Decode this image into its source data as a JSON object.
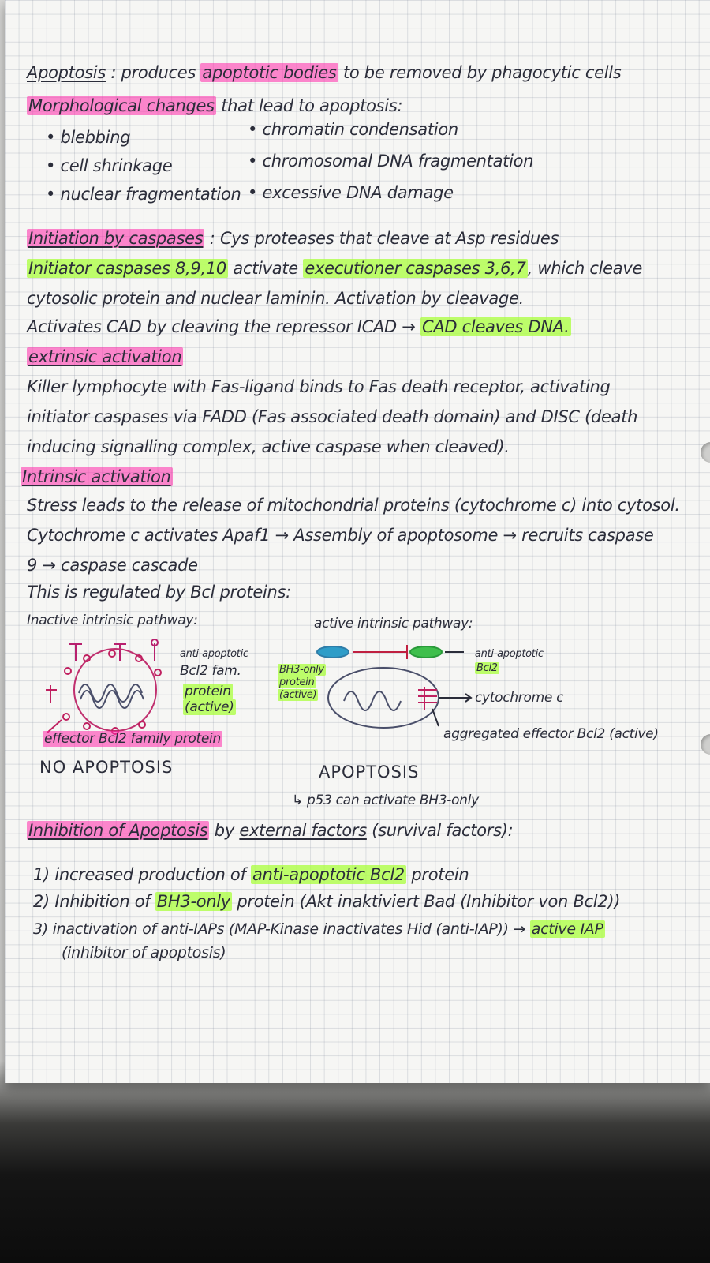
{
  "notes": {
    "apoptosis": {
      "head": "Apoptosis",
      "colon": ":",
      "text_a": "produces",
      "hl": "apoptotic bodies",
      "text_b": "to be removed by phagocytic cells"
    },
    "morph": {
      "head": "Morphological changes",
      "tail": "that lead to apoptosis:"
    },
    "bullets": {
      "left": [
        "blebbing",
        "cell shrinkage",
        "nuclear fragmentation"
      ],
      "right": [
        "chromatin condensation",
        "chromosomal DNA fragmentation",
        "excessive DNA damage"
      ]
    },
    "caspases": {
      "head": "Initiation by caspases",
      "colon": ":",
      "text": "Cys proteases that cleave at Asp residues",
      "l2_hl1": "Initiator caspases 8,9,10",
      "l2_mid": "activate",
      "l2_hl2": "executioner caspases 3,6,7",
      "l2_tail": ", which cleave",
      "l3": "cytosolic protein and nuclear laminin. Activation by cleavage.",
      "l4_a": "Activates CAD by cleaving the repressor ICAD →",
      "l4_hl": "CAD cleaves DNA.",
      "l4_b": ""
    },
    "extrinsic": {
      "head": "extrinsic activation",
      "l1": "Killer lymphocyte with Fas-ligand binds to Fas death receptor, activating",
      "l2": "initiator caspases via FADD (Fas associated death domain) and DISC (death",
      "l3": "inducing signalling complex, active caspase when cleaved)."
    },
    "intrinsic": {
      "head": "Intrinsic activation",
      "l1": "Stress leads to the release of mitochondrial proteins (cytochrome c) into cytosol.",
      "l2": "Cytochrome c activates Apaf1 → Assembly of apoptosome → recruits caspase",
      "l3": "9 → caspase cascade",
      "l4": "This is regulated by Bcl proteins:",
      "inactive_label": "Inactive intrinsic pathway:",
      "active_label": "active intrinsic pathway:"
    },
    "diagram": {
      "anti1": "anti-apoptotic",
      "anti2": "Bcl2 fam.",
      "anti3": "protein",
      "anti4": "(active)",
      "effector": "effector Bcl2 family protein",
      "no_apoptosis": "NO APOPTOSIS",
      "bh3_1": "BH3-only",
      "bh3_2": "protein",
      "bh3_3": "(active)",
      "anti_r1": "anti-apoptotic",
      "anti_r2": "Bcl2",
      "cytochrome": "cytochrome c",
      "aggregated": "aggregated effector Bcl2 (active)",
      "apoptosis": "APOPTOSIS",
      "p53": "↳ p53 can activate BH3-only"
    },
    "inhibition": {
      "head": "Inhibition of Apoptosis",
      "mid": "by",
      "ul": "external factors",
      "tail": "(survival factors):",
      "i1_a": "1) increased production of",
      "i1_hl": "anti-apoptotic Bcl2",
      "i1_b": "protein",
      "i2_a": "2) Inhibition of",
      "i2_hl": "BH3-only",
      "i2_b": "protein (Akt inaktiviert Bad (Inhibitor von Bcl2))",
      "i3_a": "3) inactivation of anti-IAPs (MAP-Kinase inactivates Hid (anti-IAP)) →",
      "i3_hl": "active IAP",
      "i3_b": "(inhibitor of apoptosis)"
    }
  },
  "colors": {
    "pink_highlight": "#ff2aa8",
    "green_highlight": "#a8ff3c",
    "ink": "#2b2d3a",
    "paper": "#f6f6f4"
  }
}
